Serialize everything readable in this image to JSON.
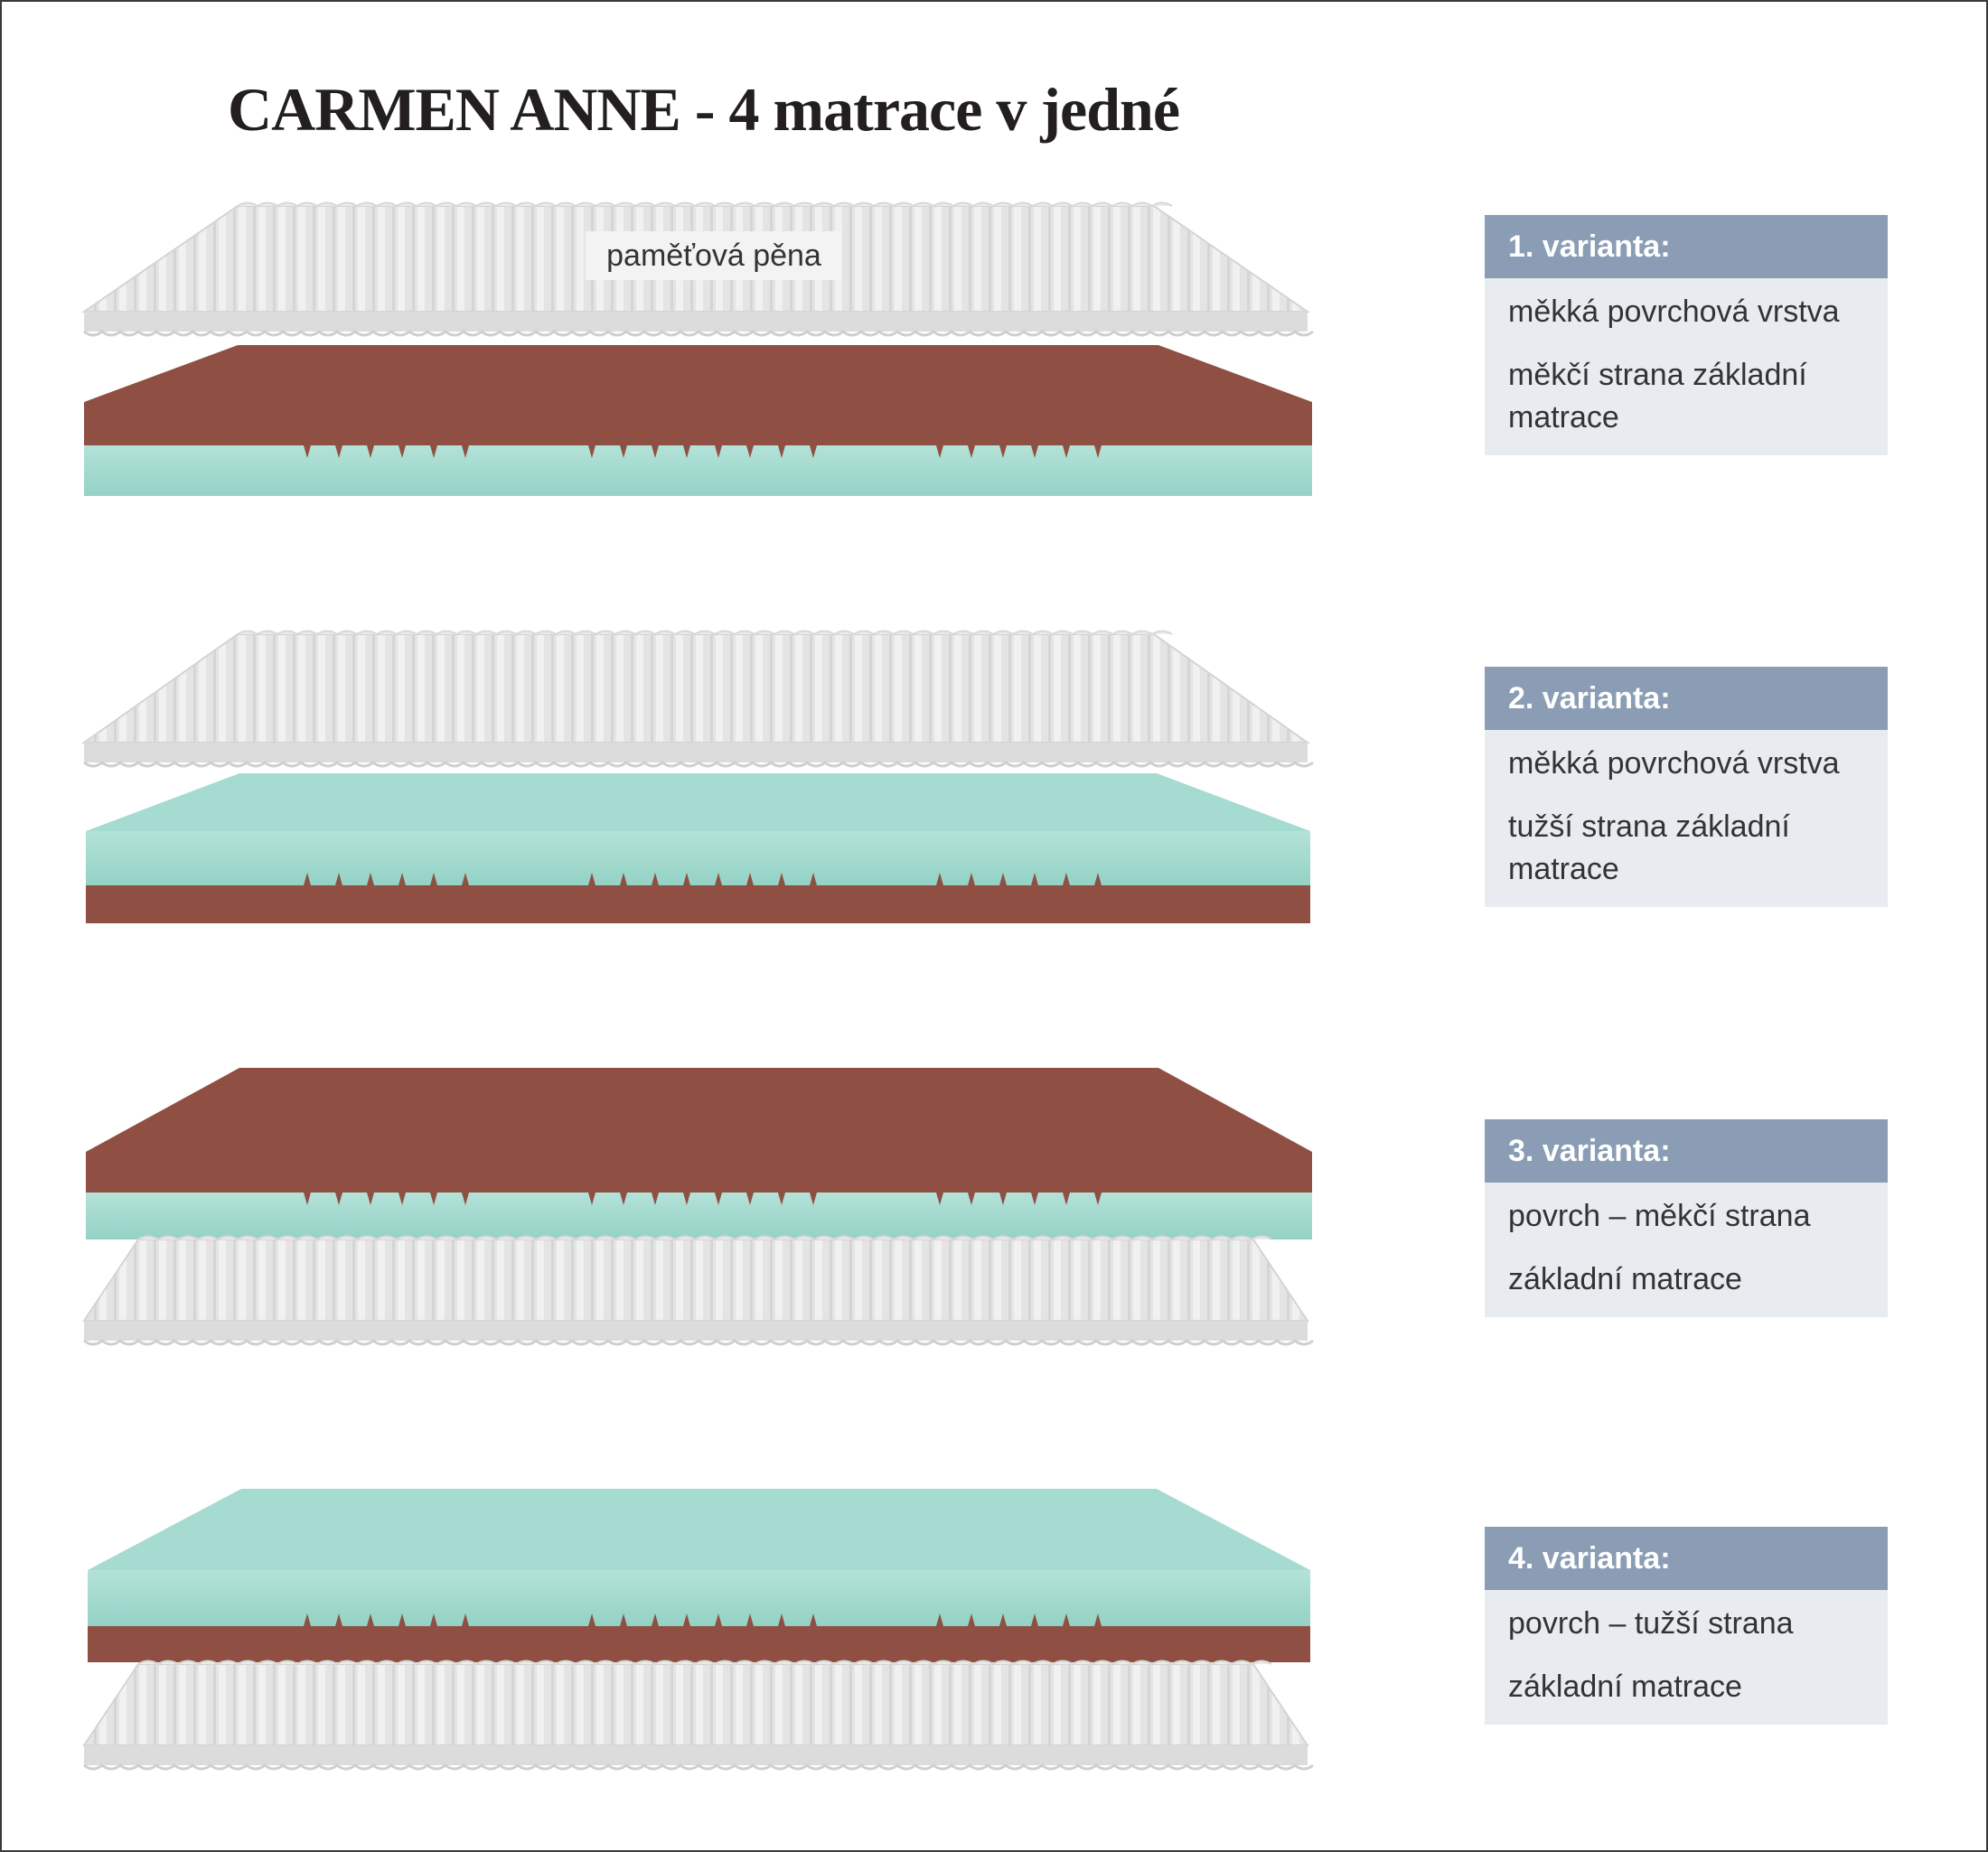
{
  "title": "CARMEN ANNE - 4 matrace v jedné",
  "layer_label": "paměťová pěna",
  "colors": {
    "memory_foam": "#e2e2e2",
    "red_foam": "#8f4f43",
    "mint_foam": "#a9dcd2",
    "card_header": "#8a9db5",
    "card_body": "#e8ecf0"
  },
  "variants": [
    {
      "header": "1. varianta:",
      "lines": [
        "měkká povrchová vrstva",
        "měkčí strana základní matrace"
      ],
      "layers": [
        "memory-foam",
        "red-foam",
        "mint-foam"
      ]
    },
    {
      "header": "2. varianta:",
      "lines": [
        "měkká povrchová vrstva",
        "tužší strana základní matrace"
      ],
      "layers": [
        "memory-foam",
        "mint-foam",
        "red-foam"
      ]
    },
    {
      "header": "3. varianta:",
      "lines": [
        "povrch – měkčí strana",
        "základní matrace"
      ],
      "layers": [
        "red-foam",
        "mint-foam",
        "memory-foam"
      ]
    },
    {
      "header": "4. varianta:",
      "lines": [
        "povrch – tužší strana",
        "základní matrace"
      ],
      "layers": [
        "mint-foam",
        "red-foam",
        "memory-foam"
      ]
    }
  ]
}
